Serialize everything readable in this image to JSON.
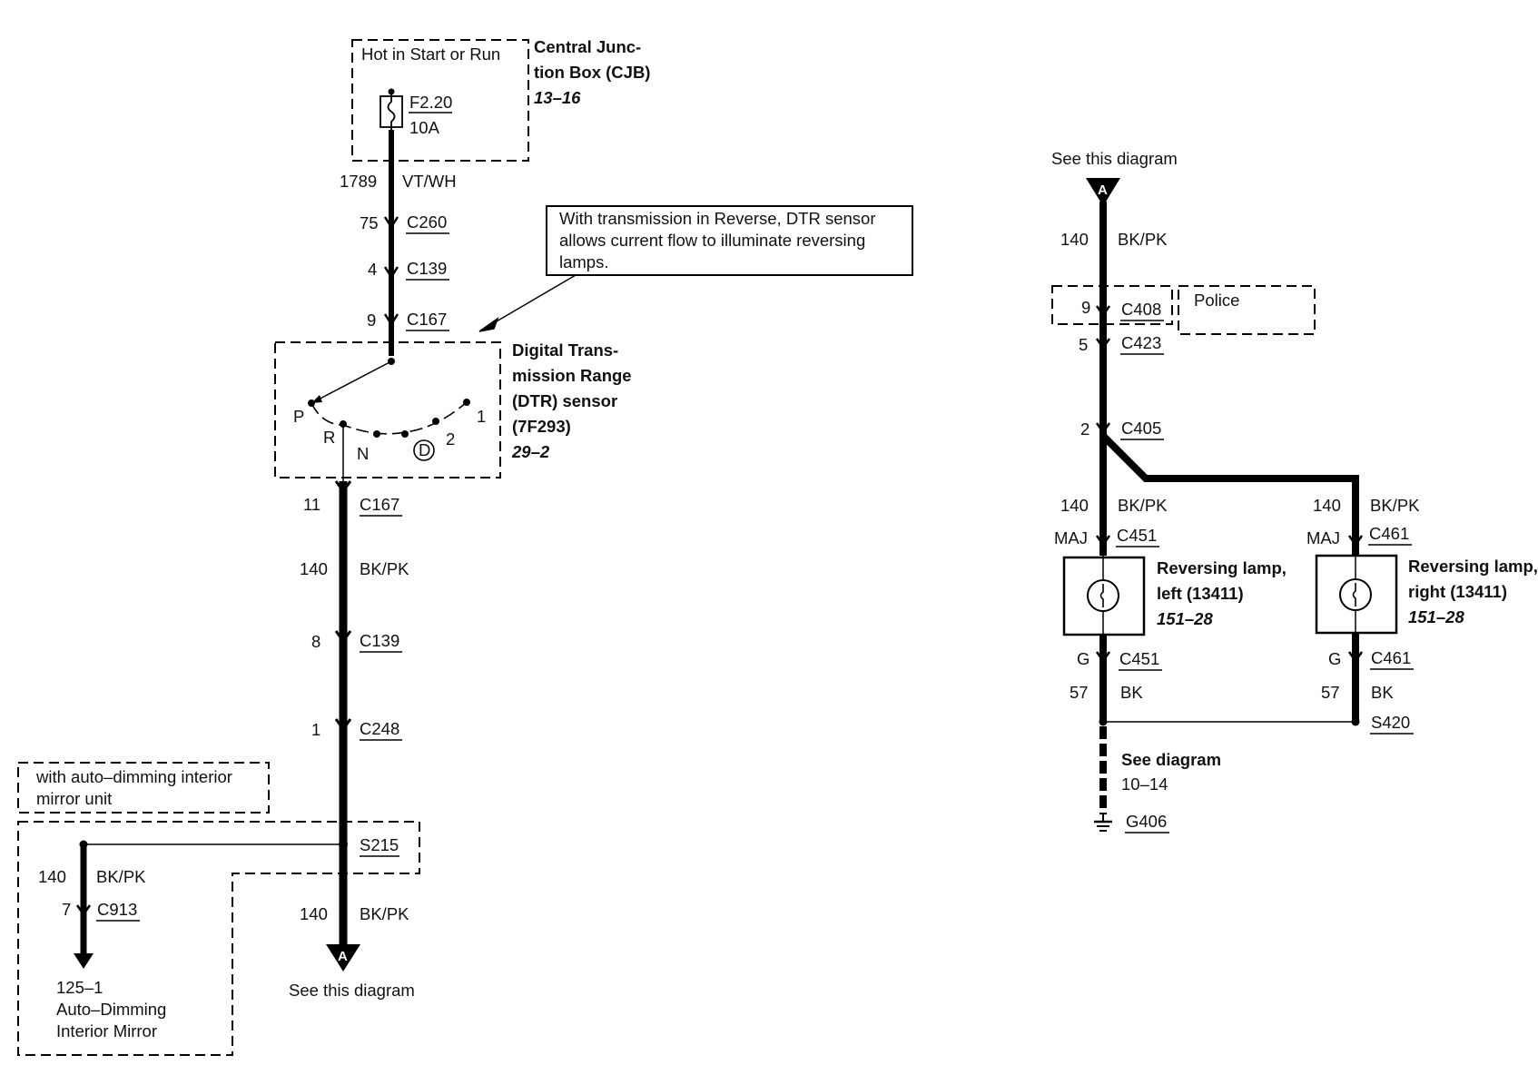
{
  "cjb": {
    "hot_label": "Hot in Start or Run",
    "title_line1": "Central Junc-",
    "title_line2": "tion Box (CJB)",
    "page_ref": "13–16",
    "fuse_id": "F2.20",
    "fuse_rating": "10A"
  },
  "feed_wire": {
    "circuit": "1789",
    "color": "VT/WH"
  },
  "upper_connectors": [
    {
      "pin": "75",
      "connector": "C260"
    },
    {
      "pin": "4",
      "connector": "C139"
    },
    {
      "pin": "9",
      "connector": "C167"
    }
  ],
  "note": {
    "line1": "With transmission in Reverse, DTR sensor",
    "line2": "allows current flow to illuminate reversing",
    "line3": "lamps."
  },
  "dtr": {
    "title_line1": "Digital Trans-",
    "title_line2": "mission Range",
    "title_line3": "(DTR) sensor",
    "title_line4": "(7F293)",
    "page_ref": "29–2",
    "positions": {
      "p": "P",
      "r": "R",
      "n": "N",
      "d": "D",
      "two": "2",
      "one": "1"
    }
  },
  "left_chain": {
    "c167": {
      "pin": "11",
      "connector": "C167"
    },
    "wire": {
      "circuit": "140",
      "color": "BK/PK"
    },
    "c139": {
      "pin": "8",
      "connector": "C139"
    },
    "c248": {
      "pin": "1",
      "connector": "C248"
    },
    "splice": "S215",
    "wire2": {
      "circuit": "140",
      "color": "BK/PK"
    },
    "ref_letter": "A",
    "ref_text": "See this diagram"
  },
  "mirror": {
    "option_line1": "with auto–dimming interior",
    "option_line2": "mirror unit",
    "wire": {
      "circuit": "140",
      "color": "BK/PK"
    },
    "connector": {
      "pin": "7",
      "connector": "C913"
    },
    "dest_line1": "125–1",
    "dest_line2": "Auto–Dimming",
    "dest_line3": "Interior Mirror"
  },
  "right": {
    "ref_text": "See this diagram",
    "ref_letter": "A",
    "wire": {
      "circuit": "140",
      "color": "BK/PK"
    },
    "c408": {
      "pin": "9",
      "connector": "C408"
    },
    "police": "Police",
    "c423": {
      "pin": "5",
      "connector": "C423"
    },
    "c405": {
      "pin": "2",
      "connector": "C405"
    },
    "left_lamp": {
      "circuit": "140",
      "color": "BK/PK",
      "pin_top": "MAJ",
      "conn_top": "C451",
      "name_line1": "Reversing lamp,",
      "name_line2": "left (13411)",
      "page_ref": "151–28",
      "pin_bottom": "G",
      "conn_bottom": "C451",
      "ground_circuit": "57",
      "ground_color": "BK"
    },
    "right_lamp": {
      "circuit": "140",
      "color": "BK/PK",
      "pin_top": "MAJ",
      "conn_top": "C461",
      "name_line1": "Reversing lamp,",
      "name_line2": "right (13411)",
      "page_ref": "151–28",
      "pin_bottom": "G",
      "conn_bottom": "C461",
      "ground_circuit": "57",
      "ground_color": "BK"
    },
    "splice": "S420",
    "see_diagram": "See diagram",
    "see_diagram_ref": "10–14",
    "ground": "G406"
  }
}
